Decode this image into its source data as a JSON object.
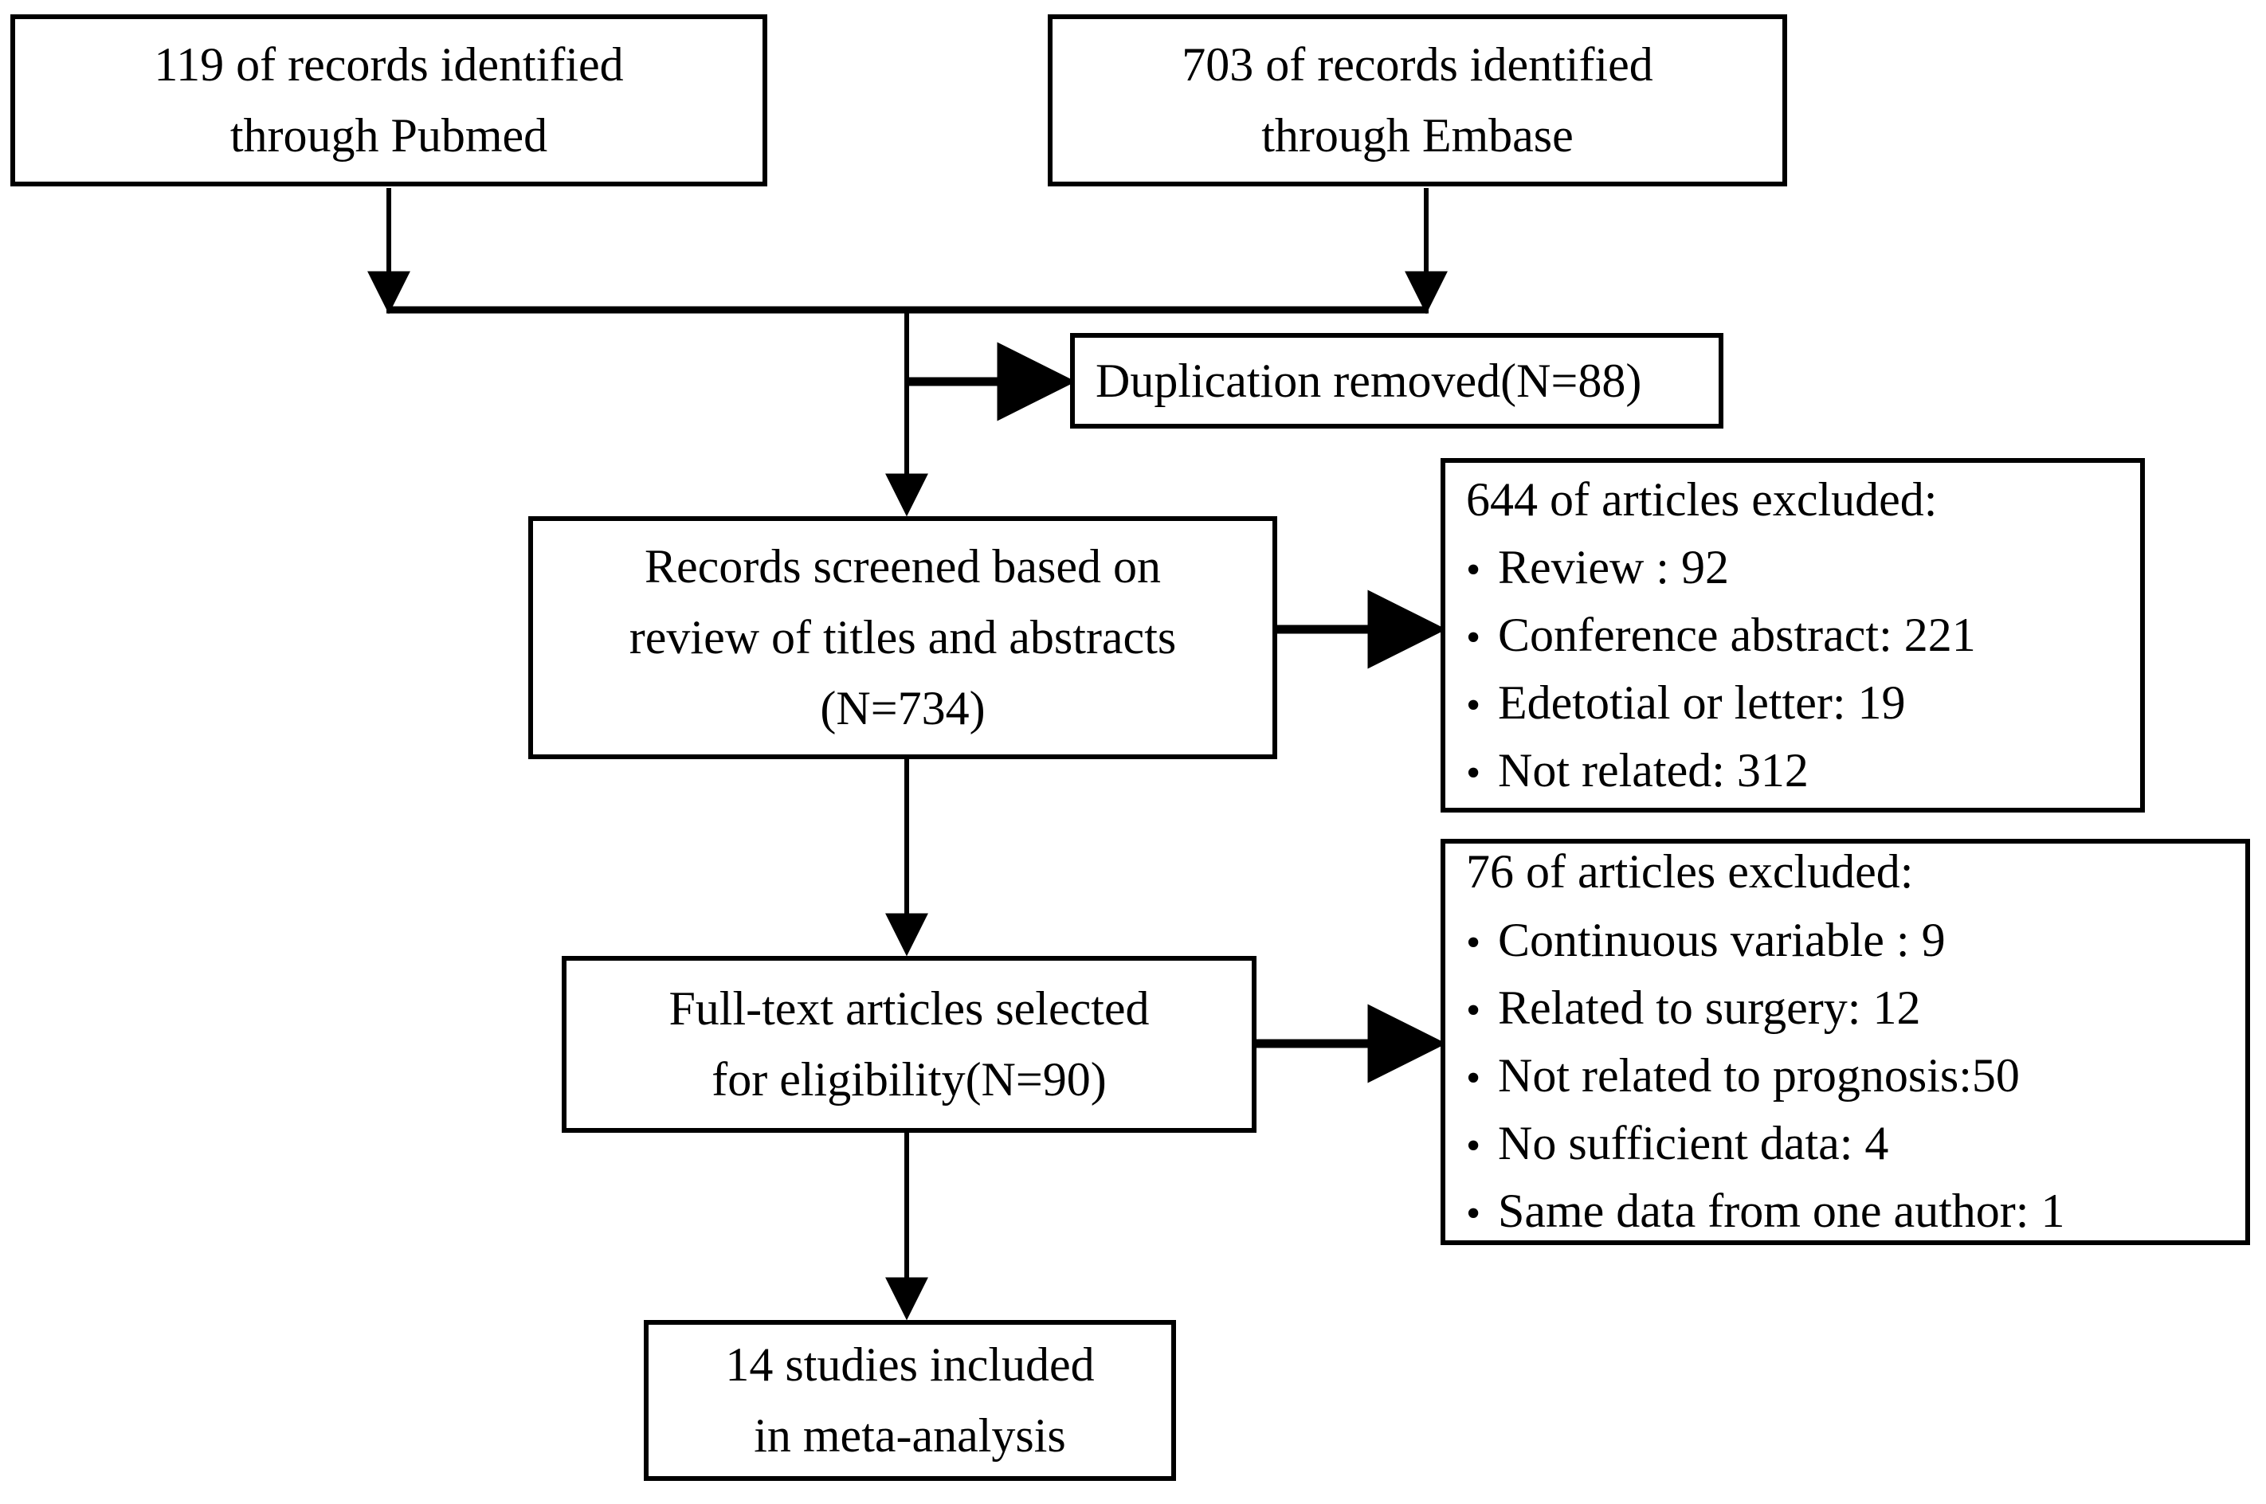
{
  "diagram": {
    "type": "prisma-flow-diagram",
    "title": "Study selection flow diagram",
    "line_color": "#000000",
    "background_color": "#ffffff",
    "text_color": "#000000"
  },
  "nodes": {
    "pubmed": {
      "name": "records-identified-pubmed",
      "lines": [
        "119 of records identified",
        "through Pubmed"
      ],
      "count": 119,
      "source": "Pubmed"
    },
    "embase": {
      "name": "records-identified-embase",
      "lines": [
        "703 of records identified",
        "through Embase"
      ],
      "count": 703,
      "source": "Embase"
    },
    "duplication": {
      "name": "duplication-removed",
      "lines": [
        "Duplication removed(N=88)"
      ],
      "count": 88
    },
    "screened": {
      "name": "records-screened",
      "lines": [
        "Records screened based on",
        "review of titles and abstracts",
        "(N=734)"
      ],
      "count": 734
    },
    "excluded644": {
      "name": "articles-excluded-screening",
      "heading": "644 of articles excluded:",
      "count": 644,
      "bullet": "•",
      "items": [
        "Review : 92",
        "Conference abstract: 221",
        "Edetotial or letter: 19",
        "Not related: 312"
      ]
    },
    "fulltext": {
      "name": "full-text-articles-eligibility",
      "lines": [
        "Full-text articles selected",
        "for eligibility(N=90)"
      ],
      "count": 90
    },
    "excluded76": {
      "name": "articles-excluded-eligibility",
      "heading": "76 of articles excluded:",
      "count": 76,
      "bullet": "•",
      "items": [
        "Continuous variable : 9",
        "Related to surgery: 12",
        "Not related to prognosis:50",
        "No sufficient data: 4",
        "Same data from one author: 1"
      ]
    },
    "included": {
      "name": "studies-included",
      "lines": [
        "14 studies included",
        "in meta-analysis"
      ],
      "count": 14
    }
  },
  "chart_data": {
    "type": "diagram",
    "title": "PRISMA study selection flow",
    "stages": [
      {
        "stage": "Identification - Pubmed",
        "label": "119 of records identified through Pubmed",
        "value": 119
      },
      {
        "stage": "Identification - Embase",
        "label": "703 of records identified through Embase",
        "value": 703
      },
      {
        "stage": "Duplicates removed",
        "label": "Duplication removed(N=88)",
        "value": 88
      },
      {
        "stage": "Screening",
        "label": "Records screened based on review of titles and abstracts (N=734)",
        "value": 734
      },
      {
        "stage": "Excluded at screening",
        "label": "644 of articles excluded",
        "value": 644,
        "breakdown": [
          {
            "reason": "Review",
            "value": 92
          },
          {
            "reason": "Conference abstract",
            "value": 221
          },
          {
            "reason": "Edetotial or letter",
            "value": 19
          },
          {
            "reason": "Not related",
            "value": 312
          }
        ]
      },
      {
        "stage": "Eligibility",
        "label": "Full-text articles selected for eligibility(N=90)",
        "value": 90
      },
      {
        "stage": "Excluded at eligibility",
        "label": "76 of articles excluded",
        "value": 76,
        "breakdown": [
          {
            "reason": "Continuous variable",
            "value": 9
          },
          {
            "reason": "Related to surgery",
            "value": 12
          },
          {
            "reason": "Not related to prognosis",
            "value": 50
          },
          {
            "reason": "No sufficient data",
            "value": 4
          },
          {
            "reason": "Same data from one author",
            "value": 1
          }
        ]
      },
      {
        "stage": "Included",
        "label": "14 studies included in meta-analysis",
        "value": 14
      }
    ]
  }
}
